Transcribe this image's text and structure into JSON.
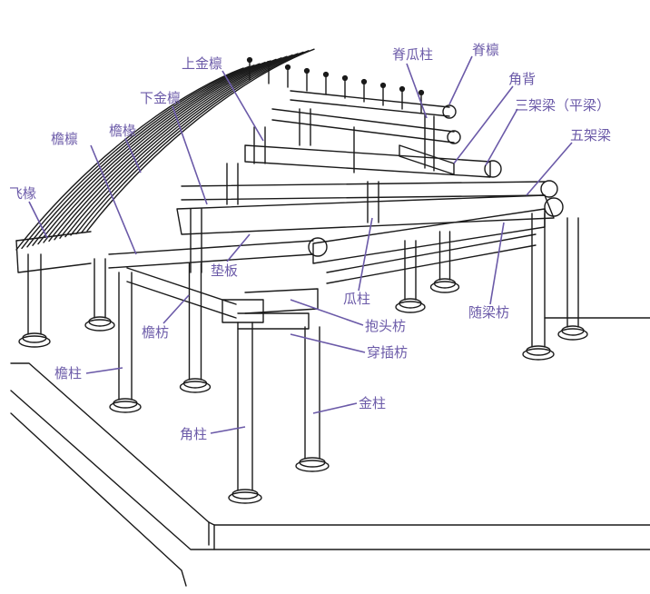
{
  "labels": {
    "shang_jin_lin": "上金檩",
    "ji_gua_zhu": "脊瓜柱",
    "ji_lin": "脊檩",
    "jiao_bei": "角背",
    "xia_jin_lin": "下金檩",
    "san_jia_liang": "三架梁（平梁）",
    "yan_lin": "檐檩",
    "yan_chuan": "檐椽",
    "wu_jia_liang": "五架梁",
    "fei_chuan": "飞椽",
    "dian_ban": "垫板",
    "gua_zhu": "瓜柱",
    "bao_tou_fang": "抱头枋",
    "yan_fang": "檐枋",
    "sui_liang_fang": "随梁枋",
    "chuan_cha_fang": "穿插枋",
    "yan_zhu": "檐柱",
    "jin_zhu": "金柱",
    "jiao_zhu": "角柱"
  },
  "colors": {
    "label": "#6b5aa8",
    "leader": "#6b5aa8",
    "ink": "#1a1a1a"
  }
}
